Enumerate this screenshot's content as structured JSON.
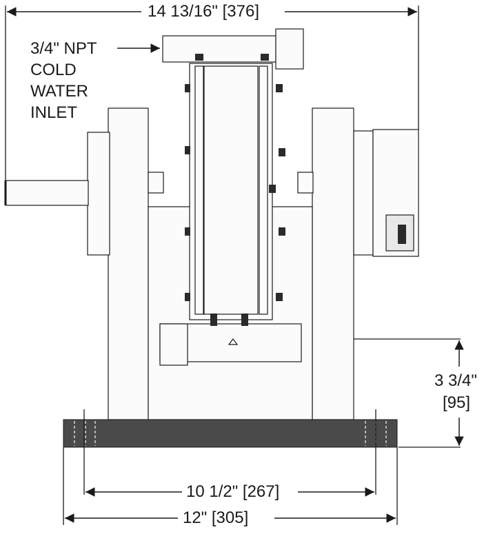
{
  "dimensions": {
    "overall_width": "14 13/16\" [376]",
    "base_width": "12\" [305]",
    "mount_hole_spacing": "10 1/2\" [267]",
    "base_height_line1": "3 3/4\"",
    "base_height_line2": "[95]"
  },
  "callouts": {
    "inlet": [
      "3/4\" NPT",
      "COLD",
      "WATER",
      "INLET"
    ]
  },
  "colors": {
    "line": "#1a1a1a",
    "base_plate": "#4a4a4a",
    "part_fill": "#fbfbfb"
  }
}
